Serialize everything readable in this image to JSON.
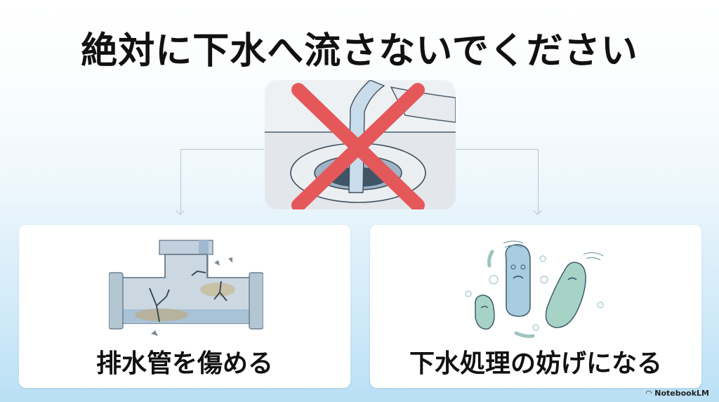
{
  "title": "絶対に下水へ流さないでください",
  "hero": {
    "icon": "sink-drain-prohibited-icon",
    "cross_color": "#e4585a"
  },
  "cards": [
    {
      "label": "排水管を傷める",
      "icon": "cracked-pipe-icon"
    },
    {
      "label": "下水処理の妨げになる",
      "icon": "dizzy-microbes-icon"
    }
  ],
  "footer": {
    "brand": "NotebookLM"
  },
  "colors": {
    "accent_red": "#e4585a",
    "pipe_blue": "#a9c4d8",
    "microbe_green": "#9fcfc4",
    "connector": "#b9c3c9"
  }
}
